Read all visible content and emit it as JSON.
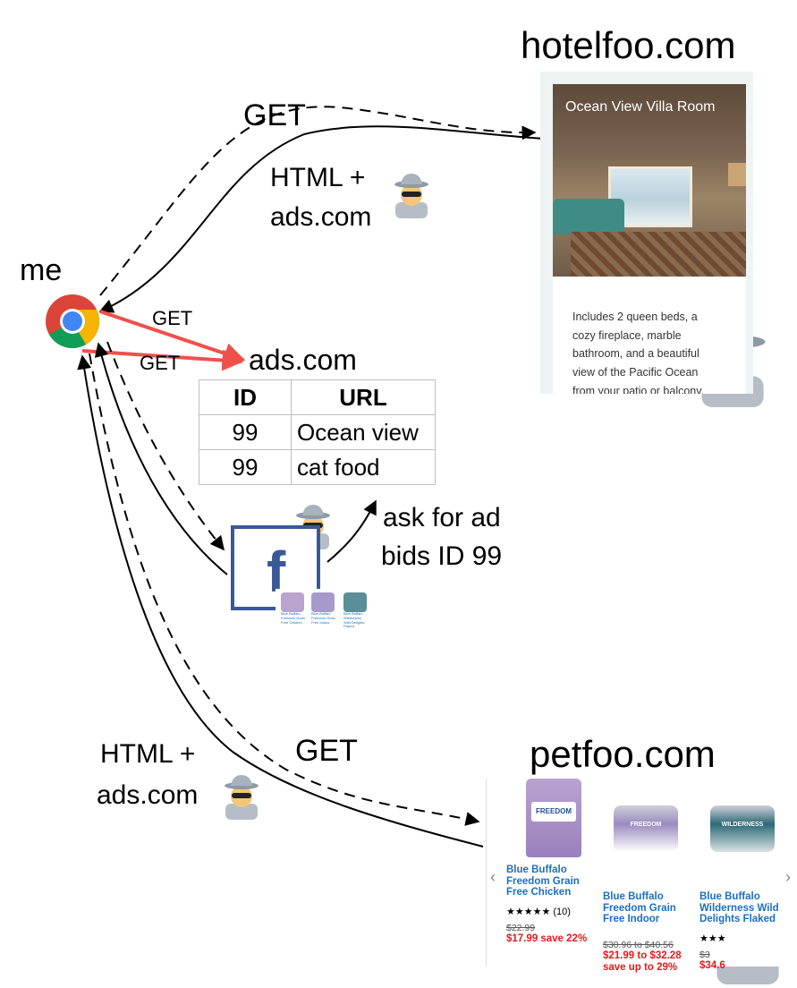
{
  "labels": {
    "me": "me",
    "hotel_site": "hotelfoo.com",
    "pet_site": "petfoo.com",
    "get_top": "GET",
    "html_ads_top_1": "HTML +",
    "html_ads_top_2": "ads.com",
    "get_red_1": "GET",
    "get_red_2": "GET",
    "ads_title": "ads.com",
    "ask_bids_1": "ask for ad",
    "ask_bids_2": "bids ID 99",
    "html_ads_bottom_1": "HTML +",
    "html_ads_bottom_2": "ads.com",
    "get_bottom": "GET"
  },
  "hotel_card": {
    "title": "Ocean View Villa Room",
    "description": "Includes 2 queen beds, a cozy fireplace, marble bathroom, and a beautiful view of the Pacific Ocean from your patio or balcony."
  },
  "ads_table": {
    "headers": [
      "ID",
      "URL"
    ],
    "rows": [
      {
        "id": "99",
        "url": "Ocean view"
      },
      {
        "id": "99",
        "url": "cat food"
      }
    ]
  },
  "facebook": {
    "glyph": "f"
  },
  "pet_products": [
    {
      "name": "Blue Buffalo Freedom Grain Free Chicken",
      "stars": "★★★★★ (10)",
      "old_price": "$22.99",
      "new_price": "$17.99   save 22%",
      "img_label": "FREEDOM"
    },
    {
      "name": "Blue Buffalo Freedom Grain Free Indoor",
      "stars": "",
      "old_price": "$30.96 to $40.56",
      "new_price": "$21.99 to $32.28  save up to 29%",
      "img_label": "FREEDOM"
    },
    {
      "name": "Blue Buffalo Wilderness Wild Delights Flaked",
      "stars": "★★★",
      "old_price": "$3",
      "new_price": "$34.6",
      "img_label": "WILDERNESS"
    }
  ],
  "colors": {
    "request_line": "#000000",
    "tracking_line": "#f0504a",
    "facebook_blue": "#3b5998",
    "product_link": "#1a6fc4",
    "price_red": "#e3191b"
  },
  "icons": [
    "chrome-icon",
    "spy-icon",
    "facebook-icon"
  ]
}
